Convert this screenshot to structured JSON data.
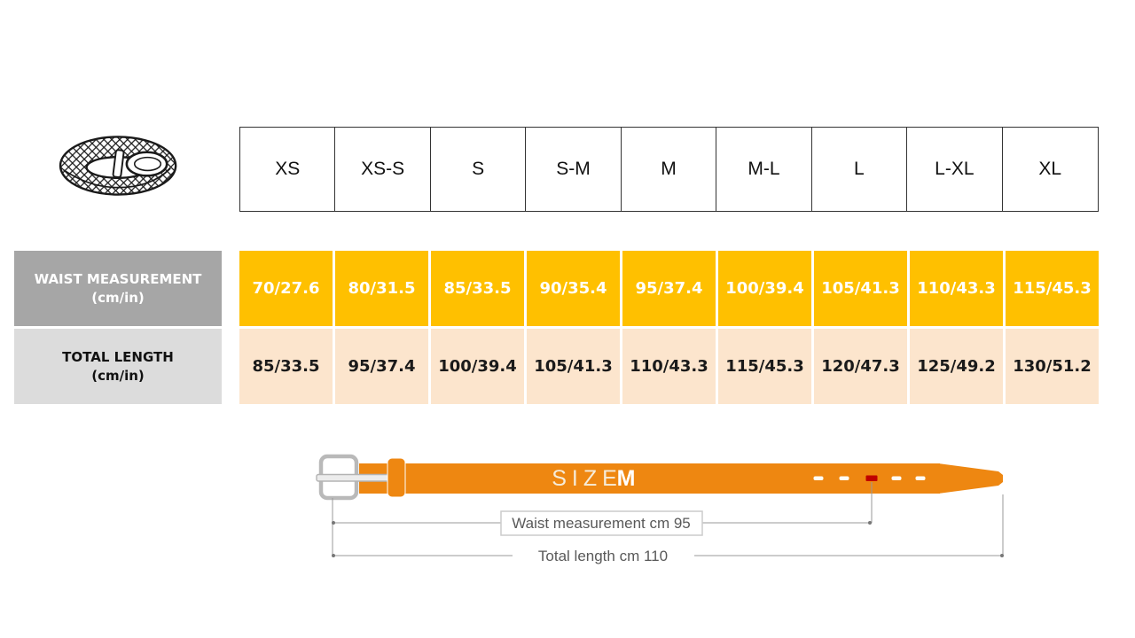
{
  "size_chart": {
    "sizes": [
      "XS",
      "XS-S",
      "S",
      "S-M",
      "M",
      "M-L",
      "L",
      "L-XL",
      "XL"
    ],
    "rows": [
      {
        "id": "waist",
        "label": "WAIST MEASUREMENT",
        "unit": "(cm/in)",
        "values": [
          "70/27.6",
          "80/31.5",
          "85/33.5",
          "90/35.4",
          "95/37.4",
          "100/39.4",
          "105/41.3",
          "110/43.3",
          "115/45.3"
        ]
      },
      {
        "id": "total",
        "label": "TOTAL LENGTH",
        "unit": "(cm/in)",
        "values": [
          "85/33.5",
          "95/37.4",
          "100/39.4",
          "105/41.3",
          "110/43.3",
          "115/45.3",
          "120/47.3",
          "125/49.2",
          "130/51.2"
        ]
      }
    ]
  },
  "diagram": {
    "size_label": "SIZE",
    "size_value": "M",
    "waist_measurement_label": "Waist measurement cm 95",
    "total_length_label": "Total length cm 110"
  },
  "icons": {
    "belt_illustration": "braided-belt-line-art",
    "buckle": "belt-buckle",
    "belt_holes": "belt-holes-with-red-marker"
  },
  "colors": {
    "waist_header_bg": "#A6A6A6",
    "total_header_bg": "#DCDCDC",
    "waist_cell_bg": "#FFC000",
    "total_cell_bg": "#FCE5CD",
    "belt_orange": "#EE8711",
    "marked_hole_red": "#C00000"
  }
}
